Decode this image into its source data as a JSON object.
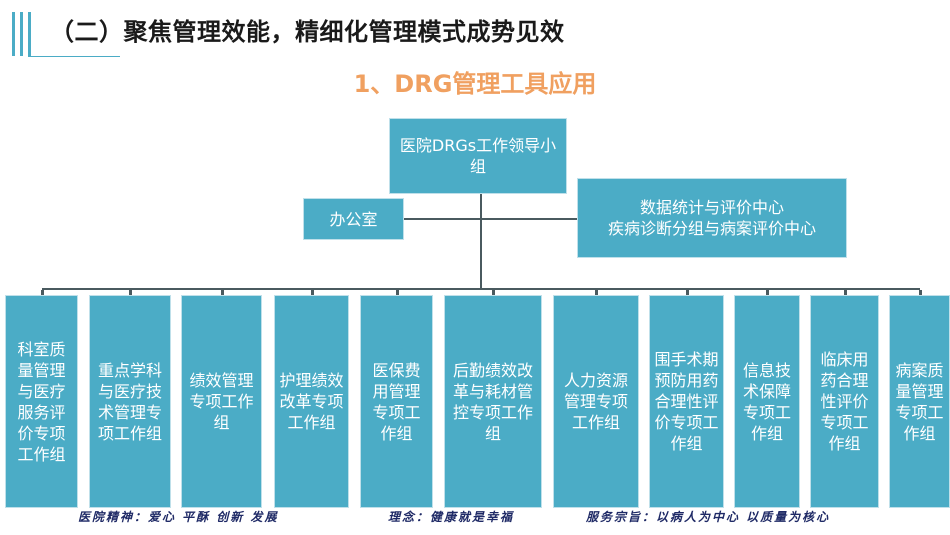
{
  "header": {
    "title": "（二）聚焦管理效能，精细化管理模式成势见效",
    "subtitle": "1、DRG管理工具应用"
  },
  "org_chart": {
    "root": "医院DRGs工作领导小组",
    "office": "办公室",
    "center": "数据统计与评价中心\n疾病诊断分组与病案评价中心",
    "groups": [
      "科室质量管理与医疗服务评价专项工作组",
      "重点学科与医疗技术管理专项工作组",
      "绩效管理专项工作组",
      "护理绩效改革专项工作组",
      "医保费用管理专项工作组",
      "后勤绩效改革与耗材管控专项工作组",
      "人力资源管理专项工作组",
      "围手术期预防用药合理性评价专项工作组",
      "信息技术保障专项工作组",
      "临床用药合理性评价专项工作组",
      "病案质量管理专项工作组"
    ]
  },
  "footer": {
    "spirit": "医院精神：爱心  平酥  创新  发展",
    "concept": "理念：健康就是幸福",
    "purpose": "服务宗旨：以病人为中心 以质量为核心"
  },
  "colors": {
    "box": "#4bacc6",
    "subtitle": "#f0a060",
    "line": "#4a5a5f"
  }
}
